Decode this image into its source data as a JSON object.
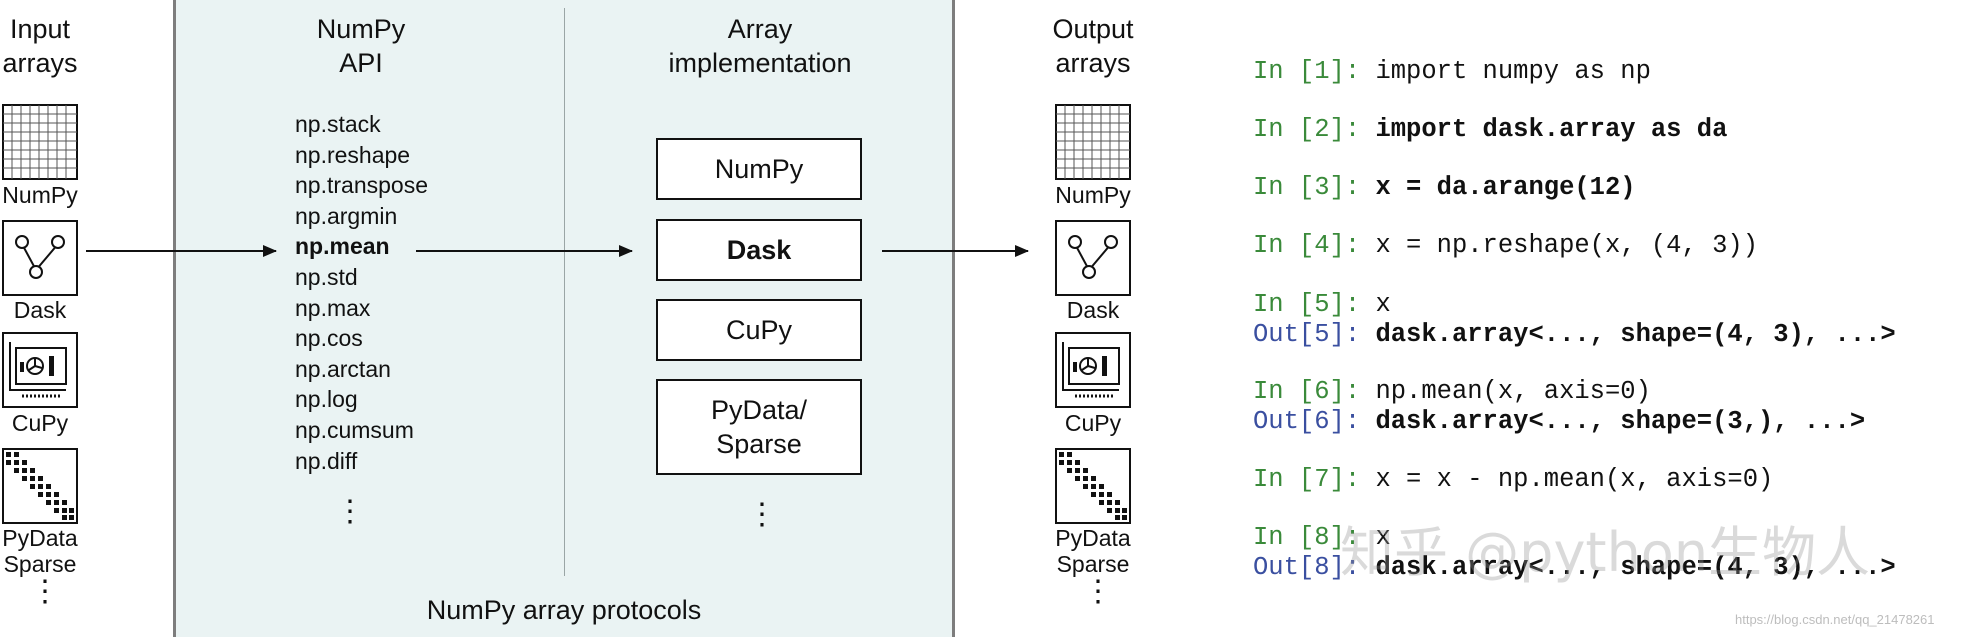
{
  "headers": {
    "input_arrays": "Input\narrays",
    "numpy_api": "NumPy\nAPI",
    "array_implementation": "Array\nimplementation",
    "output_arrays": "Output\narrays"
  },
  "input_icons": [
    "NumPy",
    "Dask",
    "CuPy",
    "PyData\nSparse"
  ],
  "output_icons": [
    "NumPy",
    "Dask",
    "CuPy",
    "PyData\nSparse"
  ],
  "api_functions": [
    {
      "name": "np.stack",
      "bold": false
    },
    {
      "name": "np.reshape",
      "bold": false
    },
    {
      "name": "np.transpose",
      "bold": false
    },
    {
      "name": "np.argmin",
      "bold": false
    },
    {
      "name": "np.mean",
      "bold": true
    },
    {
      "name": "np.std",
      "bold": false
    },
    {
      "name": "np.max",
      "bold": false
    },
    {
      "name": "np.cos",
      "bold": false
    },
    {
      "name": "np.arctan",
      "bold": false
    },
    {
      "name": "np.log",
      "bold": false
    },
    {
      "name": "np.cumsum",
      "bold": false
    },
    {
      "name": "np.diff",
      "bold": false
    }
  ],
  "implementations": [
    {
      "name": "NumPy",
      "bold": false
    },
    {
      "name": "Dask",
      "bold": true
    },
    {
      "name": "CuPy",
      "bold": false
    },
    {
      "name": "PyData/\nSparse",
      "bold": false
    }
  ],
  "footer_label": "NumPy array protocols",
  "code_lines": [
    {
      "in": "In [1]:",
      "code": "import numpy as np",
      "bold": false
    },
    {
      "in": "In [2]:",
      "code": "import dask.array as da",
      "bold": true
    },
    {
      "in": "In [3]:",
      "code": "x = da.arange(12)",
      "bold": true
    },
    {
      "in": "In [4]:",
      "code": "x = np.reshape(x, (4, 3))",
      "bold": false
    },
    {
      "in": "In [5]:",
      "code": "x",
      "bold": false,
      "out": "Out[5]:",
      "out_code": "dask.array<..., shape=(4, 3), ...>"
    },
    {
      "in": "In [6]:",
      "code": "np.mean(x, axis=0)",
      "bold": false,
      "out": "Out[6]:",
      "out_code": "dask.array<..., shape=(3,), ...>"
    },
    {
      "in": "In [7]:",
      "code": "x = x - np.mean(x, axis=0)",
      "bold": false
    },
    {
      "in": "In [8]:",
      "code": "x",
      "bold": false,
      "out": "Out[8]:",
      "out_code": "dask.array<..., shape=(4, 3), ...>"
    }
  ],
  "watermark": "知乎 @python生物人",
  "watermark_url": "https://blog.csdn.net/qq_21478261",
  "colors": {
    "panel_bg": "#eaf3f3",
    "in_prompt": "#3a8a3a",
    "out_prompt": "#3a4fa0"
  }
}
